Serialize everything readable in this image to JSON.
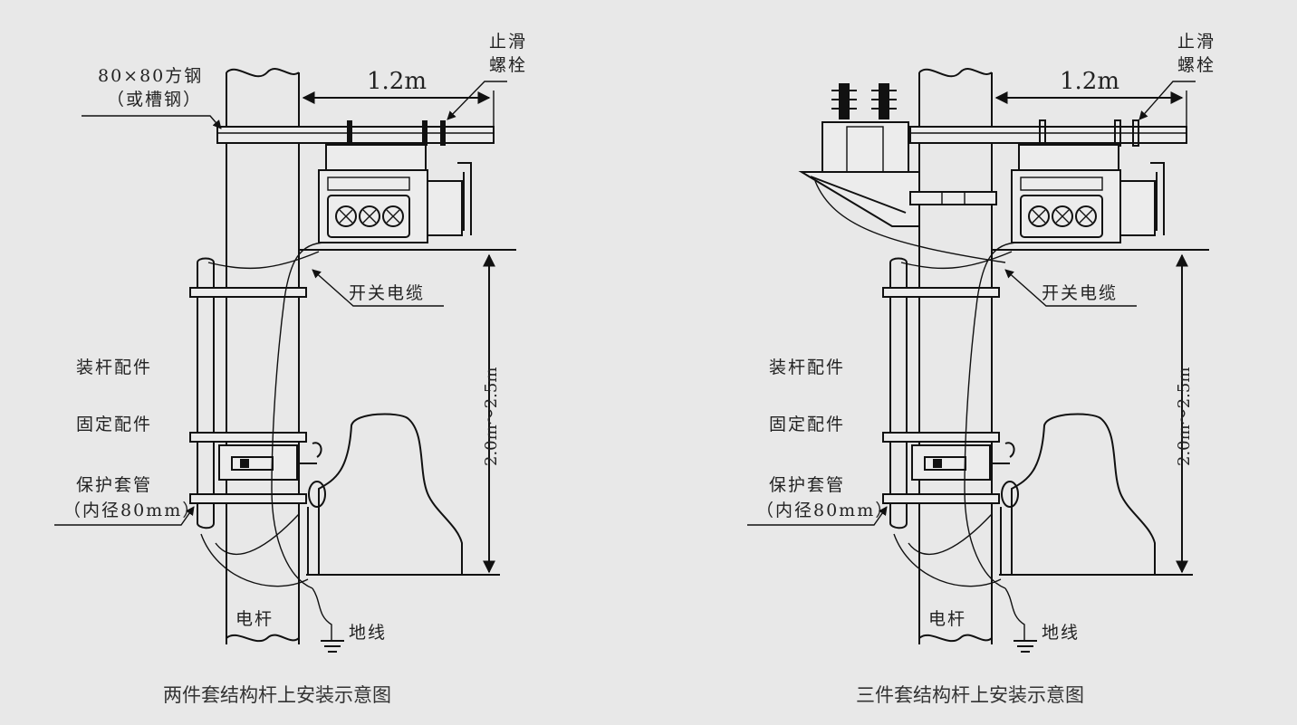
{
  "left": {
    "steel_label_1": "80×80方钢",
    "steel_label_2": "（或槽钢）",
    "bolt_label_1": "止滑",
    "bolt_label_2": "螺栓",
    "width_dim": "1.2m",
    "cable_label": "开关电缆",
    "height_dim": "2.0m～2.5m",
    "mount_label": "装杆配件",
    "fix_label": "固定配件",
    "sleeve_label_1": "保护套管",
    "sleeve_label_2": "（内径80mm）",
    "pole_label": "电杆",
    "ground_label": "地线",
    "caption": "两件套结构杆上安装示意图"
  },
  "right": {
    "bolt_label_1": "止滑",
    "bolt_label_2": "螺栓",
    "width_dim": "1.2m",
    "cable_label": "开关电缆",
    "height_dim": "2.0m～2.5m",
    "mount_label": "装杆配件",
    "fix_label": "固定配件",
    "sleeve_label_1": "保护套管",
    "sleeve_label_2": "（内径80mm）",
    "pole_label": "电杆",
    "ground_label": "地线",
    "caption": "三件套结构杆上安装示意图"
  }
}
